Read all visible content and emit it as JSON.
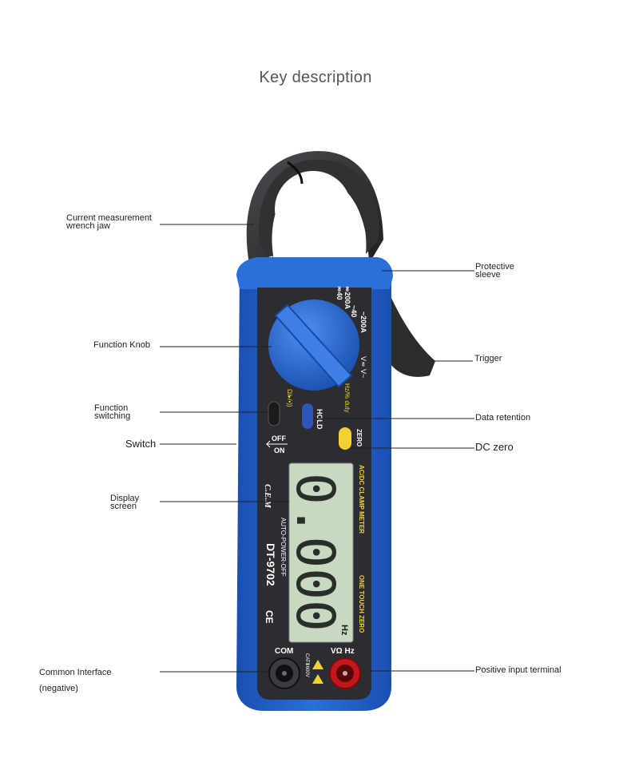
{
  "title": "Key description",
  "labels": {
    "jaw_line1": "Current measurement",
    "jaw_line2": "wrench jaw",
    "knob": "Function Knob",
    "fswitch_line1": "Function",
    "fswitch_line2": "switching",
    "switch": "Switch",
    "display_line1": "Display",
    "display_line2": "screen",
    "common_line1": "Common Interface",
    "common_line2": "(negative)",
    "sleeve_line1": "Protective",
    "sleeve_line2": "sleeve",
    "trigger": "Trigger",
    "hold": "Data retention",
    "dczero": "DC zero",
    "positive": "Positive input terminal"
  },
  "device": {
    "brand": "C.E.M",
    "model": "DT-9702",
    "auto_off": "AUTO-POWER-OFF",
    "side_top": "AC/DC CLAMP METER",
    "side_bottom": "ONE TOUCH ZERO",
    "lcd_digits": "0.000",
    "lcd_unit": "Hz",
    "ce_mark": "CE",
    "hold_text": "HOLD",
    "zero_text": "ZERO",
    "off_text": "OFF",
    "on_text": "ON",
    "com_text": "COM",
    "vohm_text": "VΩ Hz",
    "cat_text": "CATⅢ600V",
    "range_a1": "~200A",
    "range_a2": "~40",
    "range_a3": "≂200A",
    "range_a4": "≂40",
    "range_v": "V≂ V~",
    "mode_hz": "Hz/% duty",
    "mode_ohm": "Ω/▸/•))"
  },
  "colors": {
    "body_blue": "#1f5fc4",
    "jaw_dark": "#2f3133",
    "panel_dark": "#2b2d30",
    "lcd_green": "#c9d8c0",
    "button_yellow": "#f2d233",
    "button_blue": "#2d56b8",
    "terminal_red": "#c4161c"
  }
}
